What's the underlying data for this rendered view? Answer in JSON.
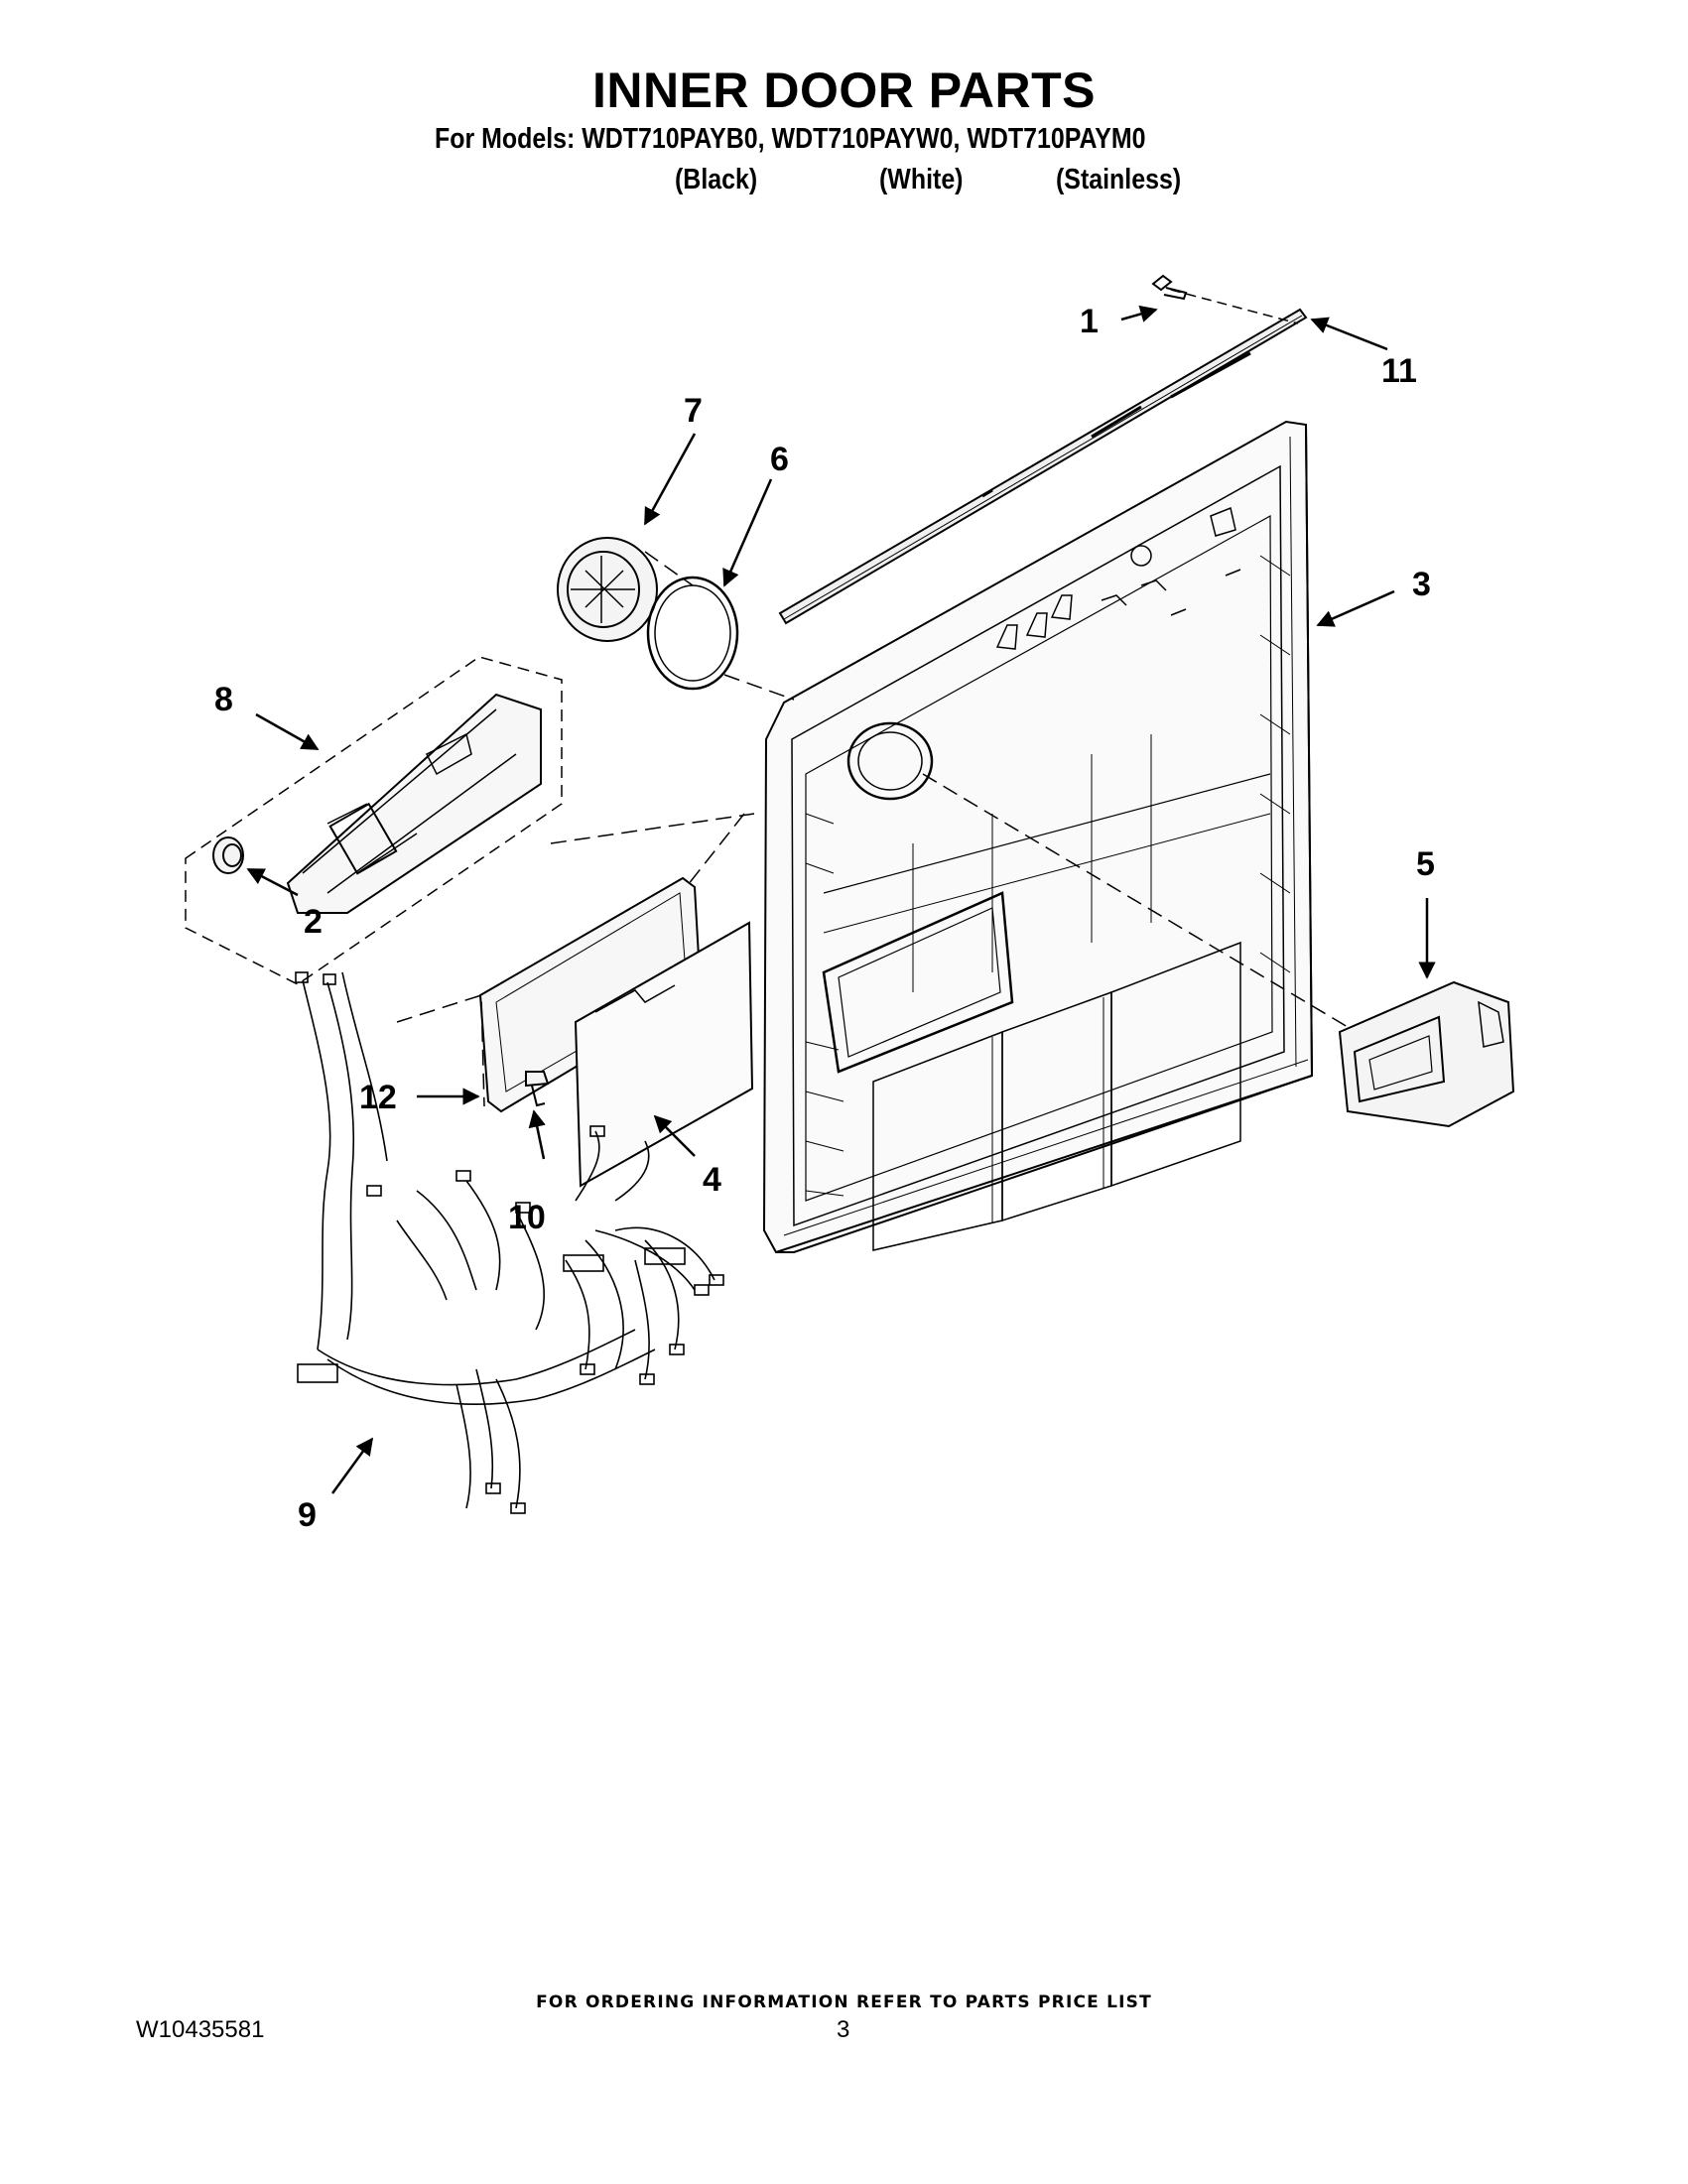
{
  "header": {
    "title": "INNER DOOR PARTS",
    "models_line": "For Models: WDT710PAYB0, WDT710PAYW0, WDT710PAYM0",
    "finishes": [
      "(Black)",
      "(White)",
      "(Stainless)"
    ]
  },
  "callouts": [
    "1",
    "2",
    "3",
    "4",
    "5",
    "6",
    "7",
    "8",
    "9",
    "10",
    "11",
    "12"
  ],
  "footer": {
    "ordering_note": "FOR ORDERING INFORMATION REFER TO PARTS PRICE LIST",
    "document_number": "W10435581",
    "page_number": "3"
  }
}
